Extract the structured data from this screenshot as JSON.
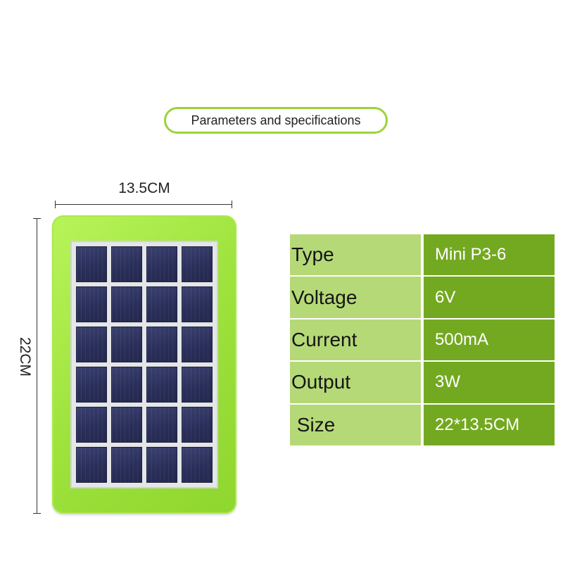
{
  "header": {
    "title": "Parameters and specifications"
  },
  "dimensions": {
    "width": "13.5CM",
    "height": "22CM"
  },
  "specs": [
    {
      "label": "Type",
      "value": "Mini P3-6"
    },
    {
      "label": "Voltage",
      "value": "6V"
    },
    {
      "label": "Current",
      "value": "500mA"
    },
    {
      "label": "Output",
      "value": "3W"
    },
    {
      "label": " Size",
      "value": "22*13.5CM"
    }
  ],
  "colors": {
    "accent_green": "#9ad43a",
    "frame_green": "#9ee23c",
    "label_bg": "#b5d977",
    "value_bg": "#73a921",
    "cell_blue": "#2a2f5a"
  }
}
